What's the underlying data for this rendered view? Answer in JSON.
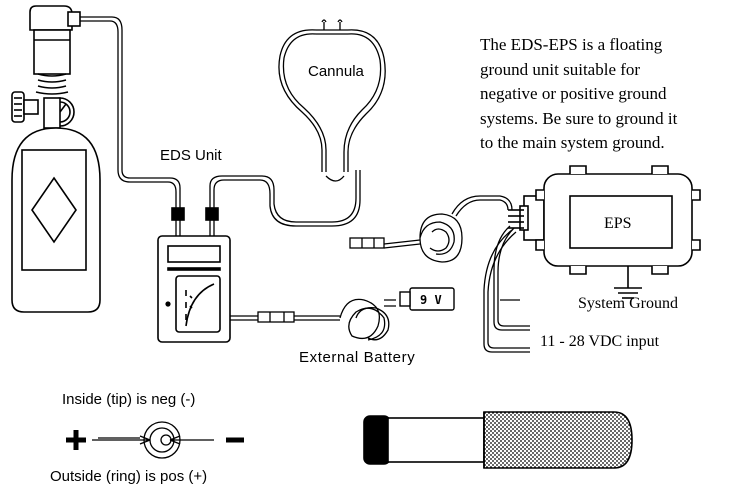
{
  "labels": {
    "cannula": "Cannula",
    "eds_unit": "EDS Unit",
    "eps": "EPS",
    "system_ground": "System Ground",
    "vdc_input": "11 - 28 VDC input",
    "external_battery": "External  Battery",
    "battery_voltage": "9 V",
    "inside_tip": "Inside (tip) is neg (-)",
    "outside_ring": "Outside (ring) is pos (+)",
    "plus": "+",
    "minus": "–"
  },
  "note": {
    "lines": [
      "The EDS-EPS is a floating",
      "ground unit suitable for",
      "negative or positive ground",
      "systems.  Be sure to ground it",
      "to the main system ground."
    ]
  }
}
